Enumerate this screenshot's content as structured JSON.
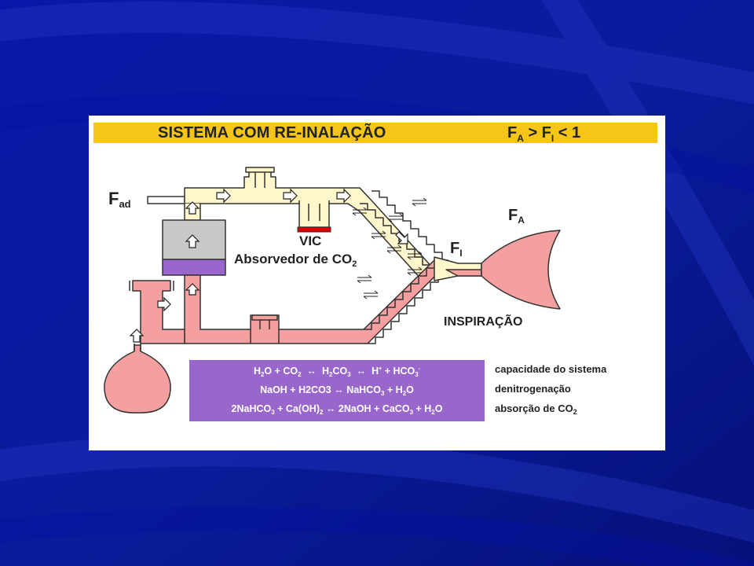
{
  "colors": {
    "background": "#0a1a9a",
    "title_bar": "#f5c518",
    "fresh_gas_tube": "#fff6cc",
    "exhaled_gas_tube": "#f4a0a0",
    "absorbent_used": "#9966cc",
    "absorbent_fresh": "#c8c8c8",
    "valve_marker": "#dd0000",
    "equation_box": "#9966cc"
  },
  "title": {
    "text": "SISTEMA COM RE-INALAÇÃO",
    "formula": {
      "a": "F",
      "a_sub": "A",
      "gt": " > F",
      "b_sub": "I",
      "rest": " < 1"
    }
  },
  "labels": {
    "fad": {
      "main": "F",
      "sub": "ad"
    },
    "vic": "VIC",
    "absorber": {
      "main": "Absorvedor de CO",
      "sub": "2"
    },
    "fi": {
      "main": "F",
      "sub": "I"
    },
    "fa": {
      "main": "F",
      "sub": "A"
    },
    "phase": "INSPIRAÇÃO"
  },
  "equations": {
    "line1": {
      "p1": "H",
      "s1": "2",
      "p2": "O + CO",
      "s2": "2",
      "arrow1": "  ↔  ",
      "p3": "H",
      "s3": "2",
      "p4": "CO",
      "s4": "3",
      "arrow2": "  ↔  ",
      "p5": "H",
      "sup5": "+",
      "p6": " + HCO",
      "s6": "3",
      "sup6": "-"
    },
    "line2": {
      "p1": "NaOH + H2CO3 ",
      "arrow": "↔",
      "p2": " NaHCO",
      "s2": "3",
      "p3": " + H",
      "s3": "2",
      "p4": "O"
    },
    "line3": {
      "p1": "2NaHCO",
      "s1": "3",
      "p2": " + Ca(OH)",
      "s2": "2",
      "arrow": " ↔ ",
      "p3": "2NaOH + CaCO",
      "s3": "3",
      "p4": " + H",
      "s4": "2",
      "p5": "O"
    }
  },
  "notes": {
    "capacity": "capacidade do sistema",
    "denitrogenation": "denitrogenação",
    "absorption": {
      "main": "absorção de CO",
      "sub": "2"
    }
  },
  "icons": [
    "flow-arrow-icon",
    "equilibrium-arrows-icon"
  ]
}
